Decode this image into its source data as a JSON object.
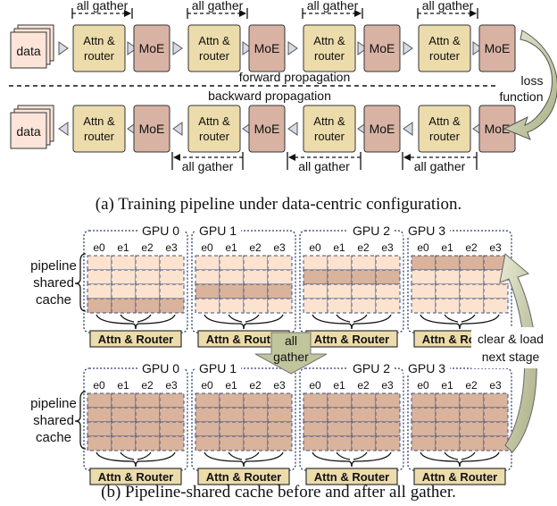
{
  "part_a": {
    "data_label": "data",
    "attn_label_line1": "Attn &",
    "attn_label_line2": "router",
    "moe_label": "MoE",
    "all_gather": "all gather",
    "forward": "forward propagation",
    "backward": "backward propagation",
    "loss_line1": "loss",
    "loss_line2": "function",
    "caption": "(a)  Training pipeline under data-centric configuration."
  },
  "part_b": {
    "gpus": [
      "GPU 0",
      "GPU 1",
      "GPU 2",
      "GPU 3"
    ],
    "experts": [
      "e0",
      "e1",
      "e2",
      "e3"
    ],
    "attn_router": "Attn & Router",
    "side_label": [
      "pipeline",
      "shared",
      "cache"
    ],
    "all_gather": [
      "all",
      "gather"
    ],
    "clear_load": [
      "clear & load",
      "next stage"
    ],
    "highlighted_rows_before": [
      3,
      2,
      1,
      0
    ],
    "caption": "(b)  Pipeline-shared cache before and after all gather."
  },
  "colors": {
    "attn_fill": "#ecdcab",
    "moe_fill": "#d8b3a3",
    "data_fill": "#fce5d8",
    "cache_light": "#fbe3cf",
    "cache_dark": "#d9b39b",
    "arrow_fill": "#c5c9a6"
  }
}
